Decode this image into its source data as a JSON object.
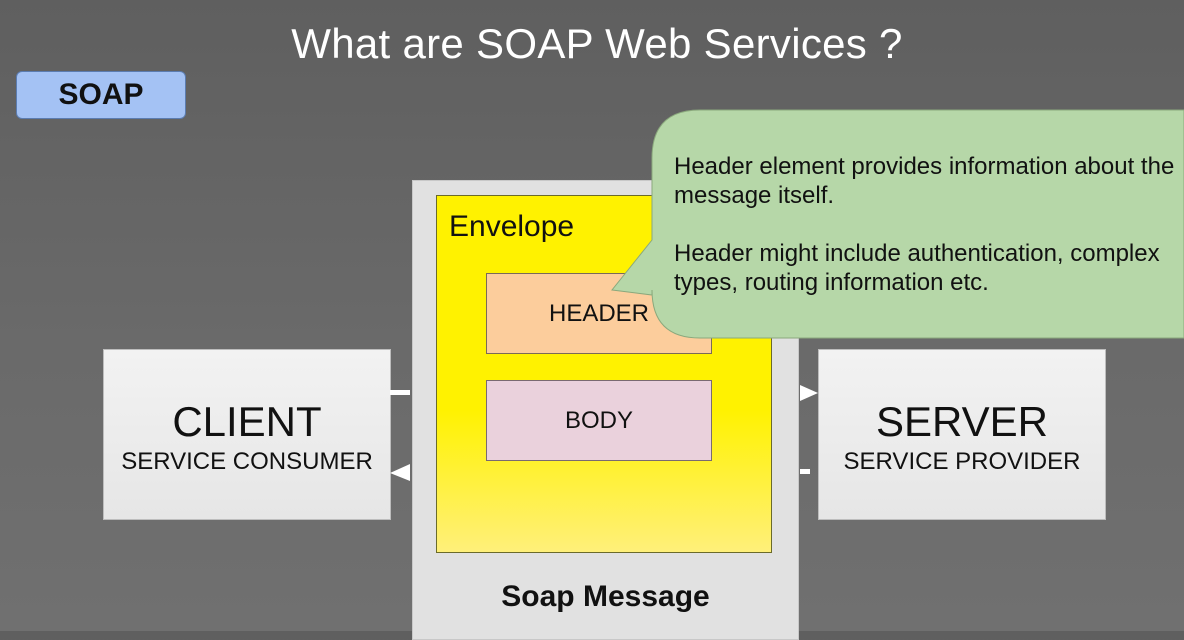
{
  "slide": {
    "title": "What are SOAP Web Services ?"
  },
  "badge": {
    "label": "SOAP"
  },
  "client": {
    "title": "CLIENT",
    "subtitle": "SERVICE CONSUMER"
  },
  "server": {
    "title": "SERVER",
    "subtitle": "SERVICE PROVIDER"
  },
  "message": {
    "label": "Soap Message",
    "envelope_label": "Envelope",
    "header_label": "HEADER",
    "body_label": "BODY"
  },
  "callout": {
    "paragraph1": "Header element provides information about the message itself.",
    "paragraph2": "Header might include authentication, complex types, routing information etc."
  },
  "colors": {
    "background": "#666666",
    "badge": "#a4c2f4",
    "envelope": "#fff200",
    "header": "#fccd9c",
    "body": "#ead1dc",
    "callout": "#b6d7a8"
  }
}
